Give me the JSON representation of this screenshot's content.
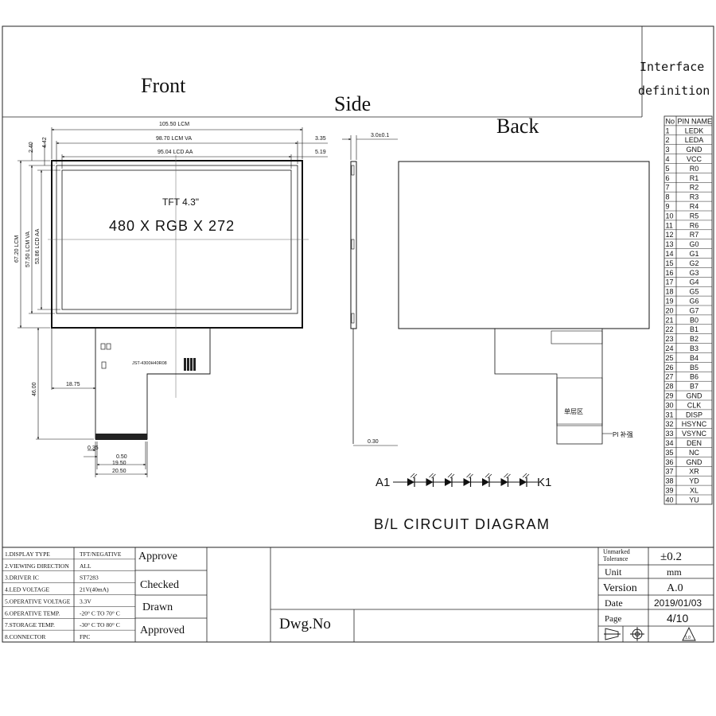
{
  "views": {
    "front": "Front",
    "side": "Side",
    "back": "Back",
    "interface_line1": "Interface",
    "interface_line2": "definition"
  },
  "front": {
    "product_line1": "TFT 4.3\"",
    "product_line2": "480 X RGB X 272",
    "fpc_part_no": "JST-4300H40R08",
    "dims": {
      "lcm_w": "105.50 LCM",
      "va_w": "98.70 LCM VA",
      "aa_w": "95.04 LCD AA",
      "va_right_gap": "3.35",
      "aa_right_gap": "5.19",
      "top_gap_a": "2.40",
      "top_gap_b": "4.42",
      "lcm_h": "67.20 LCM",
      "va_h": "57.50 LCM VA",
      "aa_h": "53.86 LCD AA",
      "fpc_len": "46.00",
      "fpc_offset": "18.75",
      "pitch": "0.35",
      "pin_w": "0.50",
      "pins_w": "19.50",
      "fpc_w": "20.50"
    }
  },
  "side": {
    "thickness": "3.0±0.1",
    "fpc_thk": "0.30"
  },
  "back": {
    "single_layer": "单层区",
    "pi_stiffener": "PI 补强"
  },
  "circuit": {
    "anode": "A1",
    "cathode": "K1",
    "title": "B/L CIRCUIT DIAGRAM",
    "led_count": 7
  },
  "pin_table": {
    "header_no": "No",
    "header_name": "PIN NAME",
    "rows": [
      [
        "1",
        "LEDK"
      ],
      [
        "2",
        "LEDA"
      ],
      [
        "3",
        "GND"
      ],
      [
        "4",
        "VCC"
      ],
      [
        "5",
        "R0"
      ],
      [
        "6",
        "R1"
      ],
      [
        "7",
        "R2"
      ],
      [
        "8",
        "R3"
      ],
      [
        "9",
        "R4"
      ],
      [
        "10",
        "R5"
      ],
      [
        "11",
        "R6"
      ],
      [
        "12",
        "R7"
      ],
      [
        "13",
        "G0"
      ],
      [
        "14",
        "G1"
      ],
      [
        "15",
        "G2"
      ],
      [
        "16",
        "G3"
      ],
      [
        "17",
        "G4"
      ],
      [
        "18",
        "G5"
      ],
      [
        "19",
        "G6"
      ],
      [
        "20",
        "G7"
      ],
      [
        "21",
        "B0"
      ],
      [
        "22",
        "B1"
      ],
      [
        "23",
        "B2"
      ],
      [
        "24",
        "B3"
      ],
      [
        "25",
        "B4"
      ],
      [
        "26",
        "B5"
      ],
      [
        "27",
        "B6"
      ],
      [
        "28",
        "B7"
      ],
      [
        "29",
        "GND"
      ],
      [
        "30",
        "CLK"
      ],
      [
        "31",
        "DISP"
      ],
      [
        "32",
        "HSYNC"
      ],
      [
        "33",
        "VSYNC"
      ],
      [
        "34",
        "DEN"
      ],
      [
        "35",
        "NC"
      ],
      [
        "36",
        "GND"
      ],
      [
        "37",
        "XR"
      ],
      [
        "38",
        "YD"
      ],
      [
        "39",
        "XL"
      ],
      [
        "40",
        "YU"
      ]
    ]
  },
  "specs": [
    {
      "label": "1.DISPLAY TYPE",
      "value": "TFT/NEGATIVE"
    },
    {
      "label": "2.VIEWING DIRECTION",
      "value": "ALL"
    },
    {
      "label": "3.DRIVER IC",
      "value": "ST7283"
    },
    {
      "label": "4.LED  VOLTAGE",
      "value": "21V(40mA)"
    },
    {
      "label": "5.OPERATIVE VOLTAGE",
      "value": "3.3V"
    },
    {
      "label": "6.OPERATIVE TEMP.",
      "value": "-20° C TO 70° C"
    },
    {
      "label": "7.STORAGE TEMP.",
      "value": "-30° C TO 80° C"
    },
    {
      "label": "8.CONNECTOR",
      "value": "FPC"
    }
  ],
  "approvals": [
    "Approve",
    "Checked",
    "Drawn",
    "Approved"
  ],
  "dwg_label": "Dwg.No",
  "title_block": {
    "tolerance_label_1": "Unmarked",
    "tolerance_label_2": "Tolerance",
    "tolerance_value": "±0.2",
    "unit_label": "Unit",
    "unit_value": "mm",
    "version_label": "Version",
    "version_value": "A.0",
    "date_label": "Date",
    "date_value": "2019/01/03",
    "page_label": "Page",
    "page_value": "4/10",
    "rev_symbol": "1.0"
  }
}
